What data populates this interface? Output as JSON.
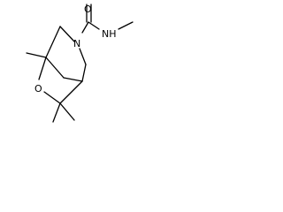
{
  "molecule": {
    "atoms": {
      "amide_oxygen": "O",
      "amide_nitrogen": "NH",
      "ring_nitrogen": "N",
      "ring_oxygen": "O"
    }
  },
  "colors": {
    "bond": "#000000",
    "label": "#000000",
    "background": "#ffffff"
  }
}
